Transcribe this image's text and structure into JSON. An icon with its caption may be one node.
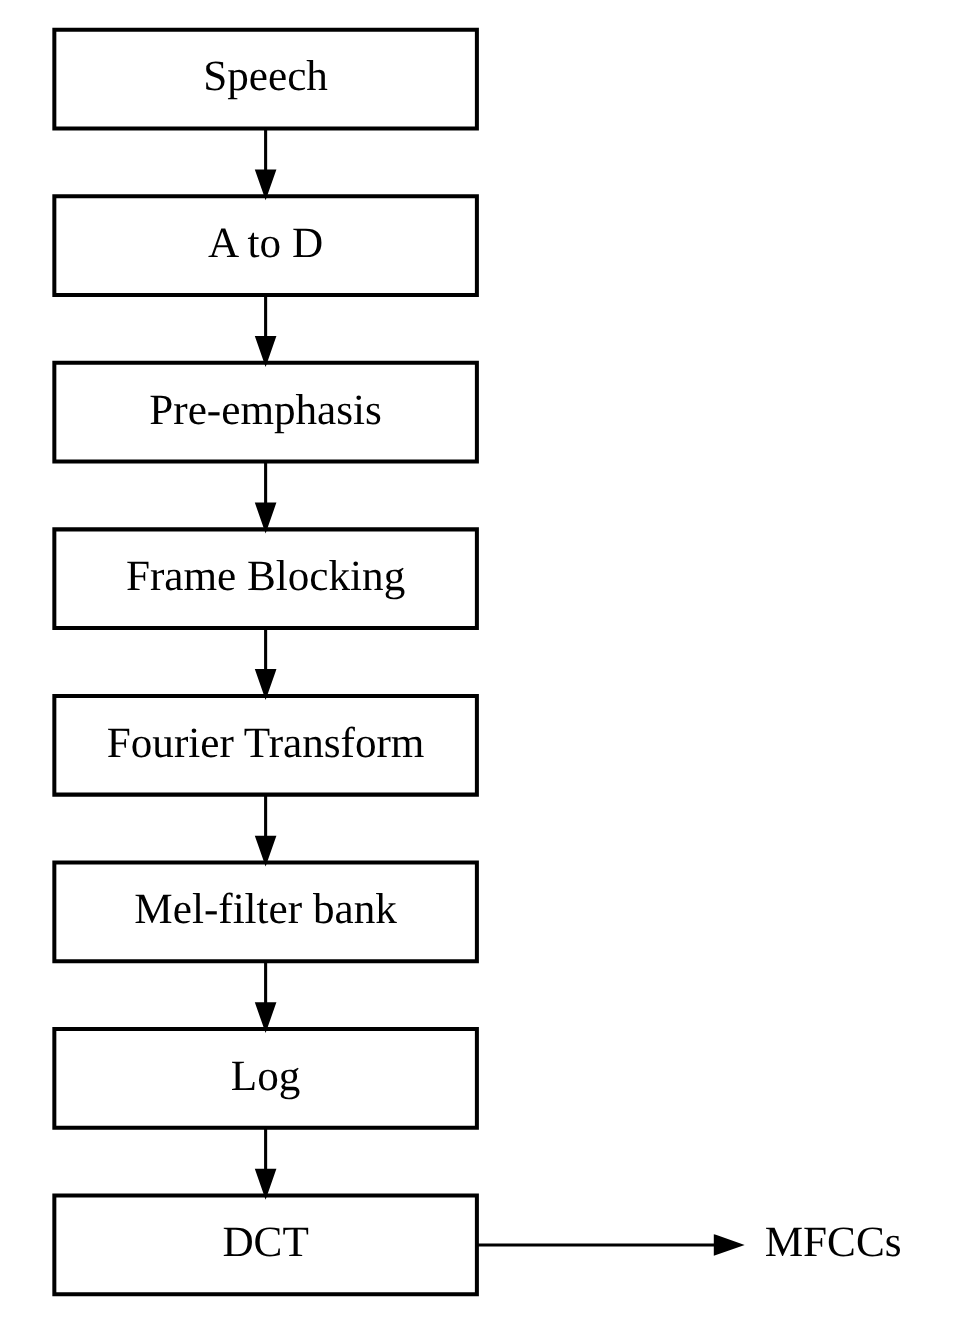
{
  "diagram": {
    "nodes": [
      {
        "text": [
          "Speech"
        ]
      },
      {
        "text": [
          "A to D"
        ]
      },
      {
        "text": [
          "Pre-emphasis"
        ]
      },
      {
        "text": [
          "Frame Blocking"
        ]
      },
      {
        "text": [
          "Fourier Transform"
        ]
      },
      {
        "text": [
          "Mel-filter bank"
        ]
      },
      {
        "text": [
          "Log"
        ]
      },
      {
        "text": [
          "DCT"
        ]
      },
      {
        "text": [
          "MFCCs"
        ]
      }
    ],
    "edges": [
      {
        "from": 0,
        "to": 1,
        "arrow": "to"
      },
      {
        "from": 1,
        "to": 2,
        "arrow": "to"
      },
      {
        "from": 2,
        "to": 3,
        "arrow": "to"
      },
      {
        "from": 3,
        "to": 4,
        "arrow": "to"
      },
      {
        "from": 4,
        "to": 5,
        "arrow": "to"
      },
      {
        "from": 5,
        "to": 6,
        "arrow": "to"
      },
      {
        "from": 6,
        "to": 7,
        "arrow": "to"
      },
      {
        "from": 7,
        "to": 8,
        "arrow": "to"
      }
    ]
  }
}
